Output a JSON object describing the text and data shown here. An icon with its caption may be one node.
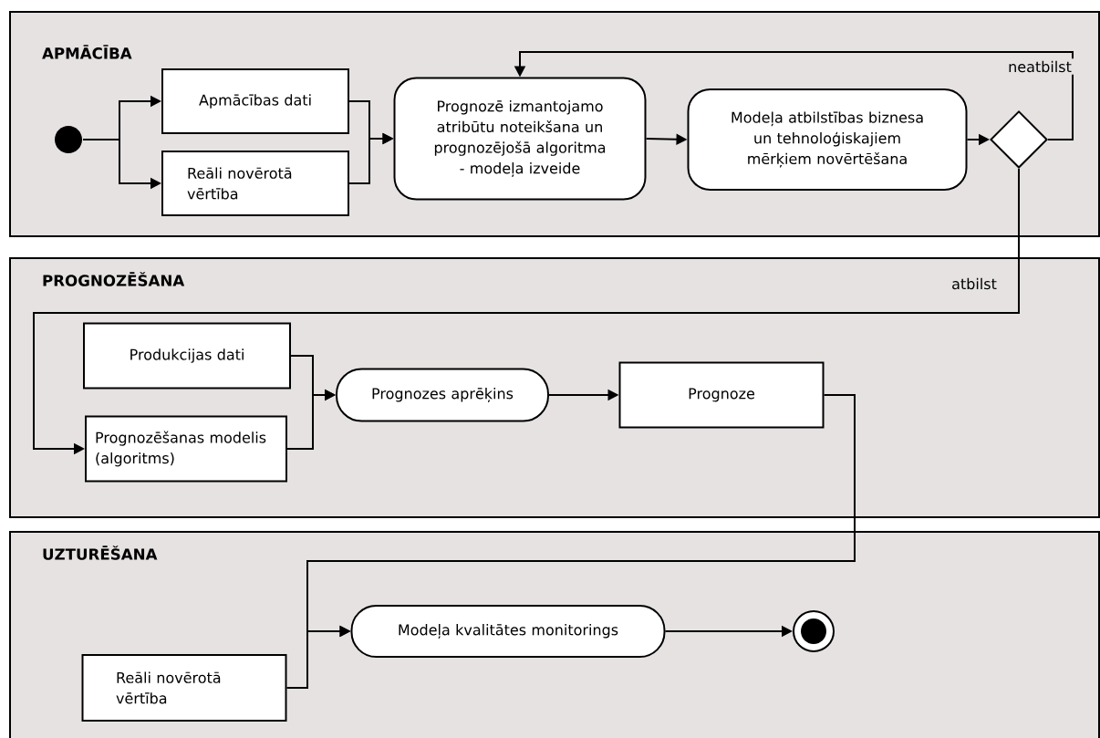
{
  "diagram": {
    "nodes": [
      {
        "text": [
          "APMĀCĪBA"
        ]
      },
      {
        "text": [],
        "shape": "circle",
        "in": 0
      },
      {
        "text": [
          "Apmācības dati"
        ],
        "in": 0
      },
      {
        "text": [
          "Reāli novērotā vērtība"
        ],
        "in": 0
      },
      {
        "text": [
          "Prognozē izmantojamo atribūtu noteikšana un prognozējošā algoritma - modeļa izveide"
        ],
        "in": 0
      },
      {
        "text": [
          "Modeļa atbilstības biznesa un tehnoloģiskajiem mērķiem novērtēšana"
        ],
        "in": 0
      },
      {
        "text": [],
        "shape": "diamond",
        "in": 0
      },
      {
        "text": [
          "PROGNOZĒŠANA"
        ]
      },
      {
        "text": [
          "Produkcijas dati"
        ],
        "in": 7
      },
      {
        "text": [
          "Prognozēšanas modelis (algoritms)"
        ],
        "in": 7
      },
      {
        "text": [
          "Prognozes aprēķins"
        ],
        "in": 7
      },
      {
        "text": [
          "Prognoze"
        ],
        "in": 7
      },
      {
        "text": [
          "UZTURĒŠANA"
        ]
      },
      {
        "text": [
          "Reāli novērotā vērtība"
        ],
        "in": 12
      },
      {
        "text": [
          "Modeļa kvalitātes monitorings"
        ],
        "in": 12
      },
      {
        "text": [],
        "shape": "circle",
        "in": 12
      }
    ],
    "edges": [
      {
        "from": 1,
        "to": 2,
        "arrow": "to"
      },
      {
        "from": 1,
        "to": 3,
        "arrow": "to"
      },
      {
        "from": 2,
        "to": 4,
        "arrow": "to"
      },
      {
        "from": 3,
        "to": 4,
        "arrow": "to"
      },
      {
        "from": 4,
        "to": 5,
        "arrow": "to"
      },
      {
        "from": 5,
        "to": 6,
        "arrow": "to"
      },
      {
        "from": 6,
        "to": 4,
        "arrow": "to",
        "label": "neatbilst"
      },
      {
        "from": 6,
        "to": 9,
        "arrow": "to",
        "label": "atbilst"
      },
      {
        "from": 8,
        "to": 10,
        "arrow": "to"
      },
      {
        "from": 9,
        "to": 10,
        "arrow": "to"
      },
      {
        "from": 10,
        "to": 11,
        "arrow": "to"
      },
      {
        "from": 11,
        "to": 14,
        "arrow": "to"
      },
      {
        "from": 13,
        "to": 14,
        "arrow": "to"
      },
      {
        "from": 14,
        "to": 15,
        "arrow": "to"
      }
    ]
  }
}
